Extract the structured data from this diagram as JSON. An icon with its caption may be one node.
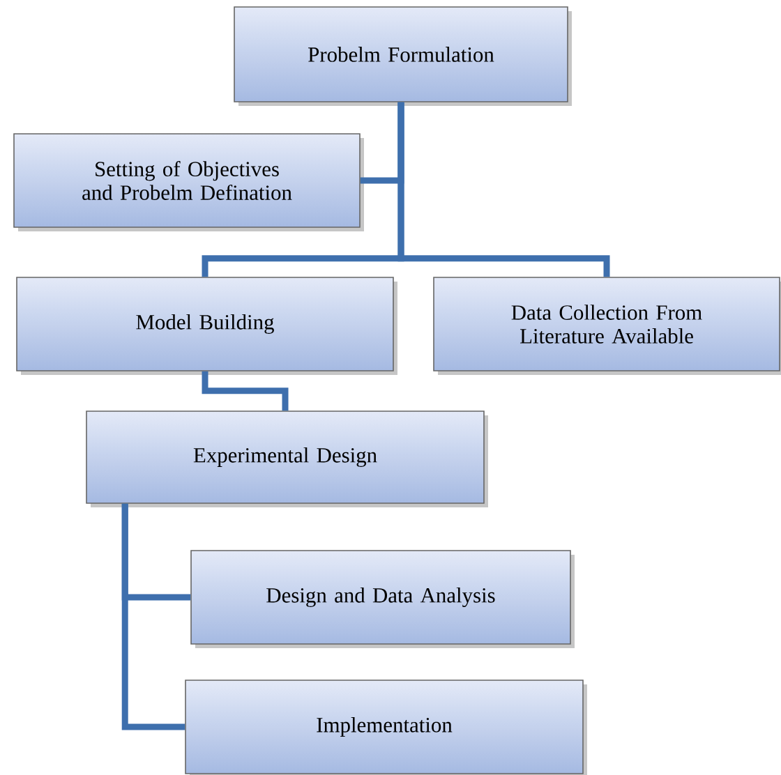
{
  "diagram": {
    "nodes": [
      {
        "text": [
          "Probelm Formulation"
        ]
      },
      {
        "text": [
          "Setting of Objectives and Probelm Defination"
        ]
      },
      {
        "text": [
          "Model Building"
        ]
      },
      {
        "text": [
          "Data Collection From Literature Available"
        ]
      },
      {
        "text": [
          "Experimental Design"
        ]
      },
      {
        "text": [
          "Design and Data Analysis"
        ]
      },
      {
        "text": [
          "Implementation"
        ]
      }
    ],
    "edges": [
      {
        "from": 0,
        "to": 1,
        "arrow": "none"
      },
      {
        "from": 0,
        "to": 2,
        "arrow": "none"
      },
      {
        "from": 0,
        "to": 3,
        "arrow": "none"
      },
      {
        "from": 2,
        "to": 4,
        "arrow": "none"
      },
      {
        "from": 4,
        "to": 5,
        "arrow": "none"
      },
      {
        "from": 4,
        "to": 6,
        "arrow": "none"
      }
    ]
  }
}
